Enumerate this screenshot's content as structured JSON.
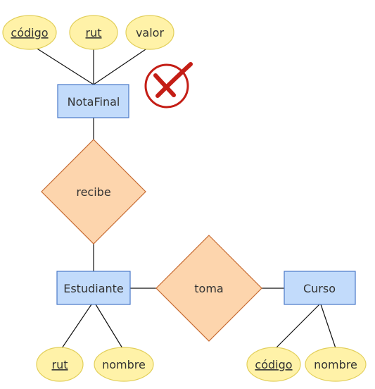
{
  "colors": {
    "entity_fill": "#c2dbfb",
    "entity_stroke": "#4a78c8",
    "relation_fill": "#fdd5ad",
    "relation_stroke": "#c76b32",
    "attribute_fill": "#fff2a8",
    "attribute_stroke": "#e2cf5a",
    "line": "#111111",
    "mark": "#c41e16"
  },
  "entities": {
    "notafinal": "NotaFinal",
    "estudiante": "Estudiante",
    "curso": "Curso"
  },
  "relationships": {
    "recibe": "recibe",
    "toma": "toma"
  },
  "attributes": {
    "notafinal_codigo": "código",
    "notafinal_rut": "rut",
    "notafinal_valor": "valor",
    "estudiante_rut": "rut",
    "estudiante_nombre": "nombre",
    "curso_codigo": "código",
    "curso_nombre": "nombre"
  },
  "mark_icon": "x-mark-icon"
}
